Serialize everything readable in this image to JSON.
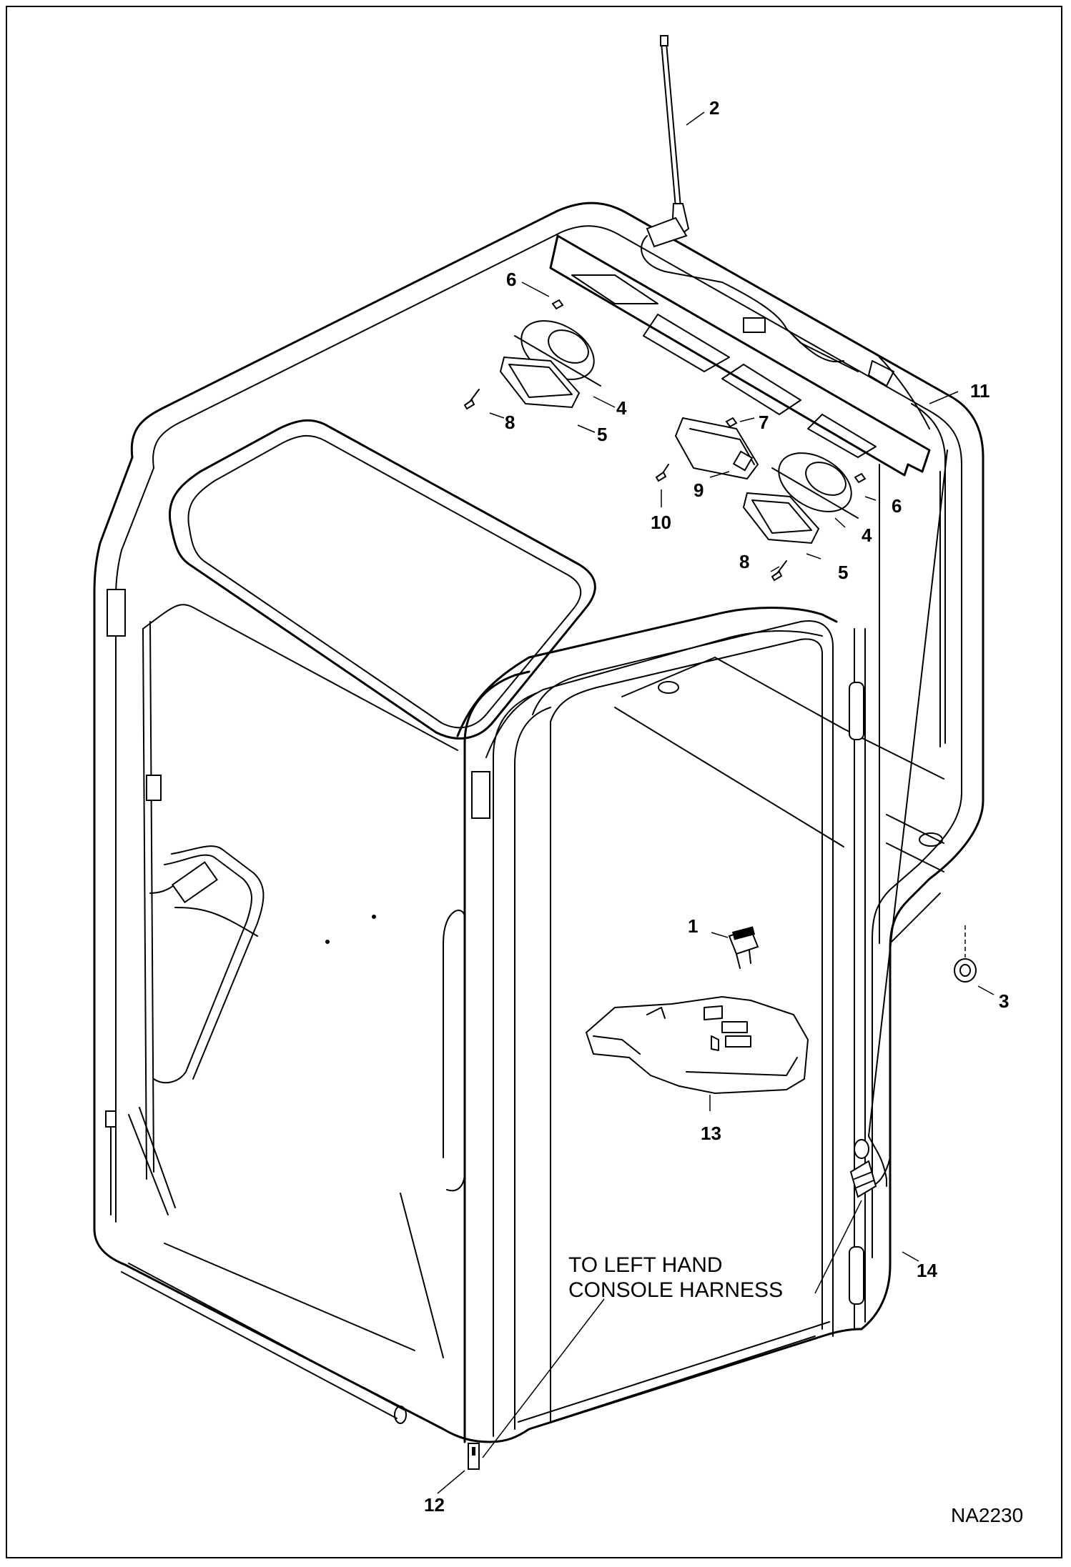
{
  "diagram": {
    "identifier": "NA2230",
    "note_lines": [
      "TO LEFT HAND",
      "CONSOLE HARNESS"
    ],
    "callouts": [
      "1",
      "2",
      "3",
      "4",
      "5",
      "6",
      "7",
      "8",
      "9",
      "10",
      "11",
      "12",
      "13",
      "14"
    ],
    "callout_labels": {
      "c1": "1",
      "c2": "2",
      "c3": "3",
      "c4a": "4",
      "c4b": "4",
      "c5a": "5",
      "c5b": "5",
      "c6a": "6",
      "c6b": "6",
      "c7": "7",
      "c8a": "8",
      "c8b": "8",
      "c9": "9",
      "c10": "10",
      "c11": "11",
      "c12": "12",
      "c13": "13",
      "c14": "14"
    }
  }
}
